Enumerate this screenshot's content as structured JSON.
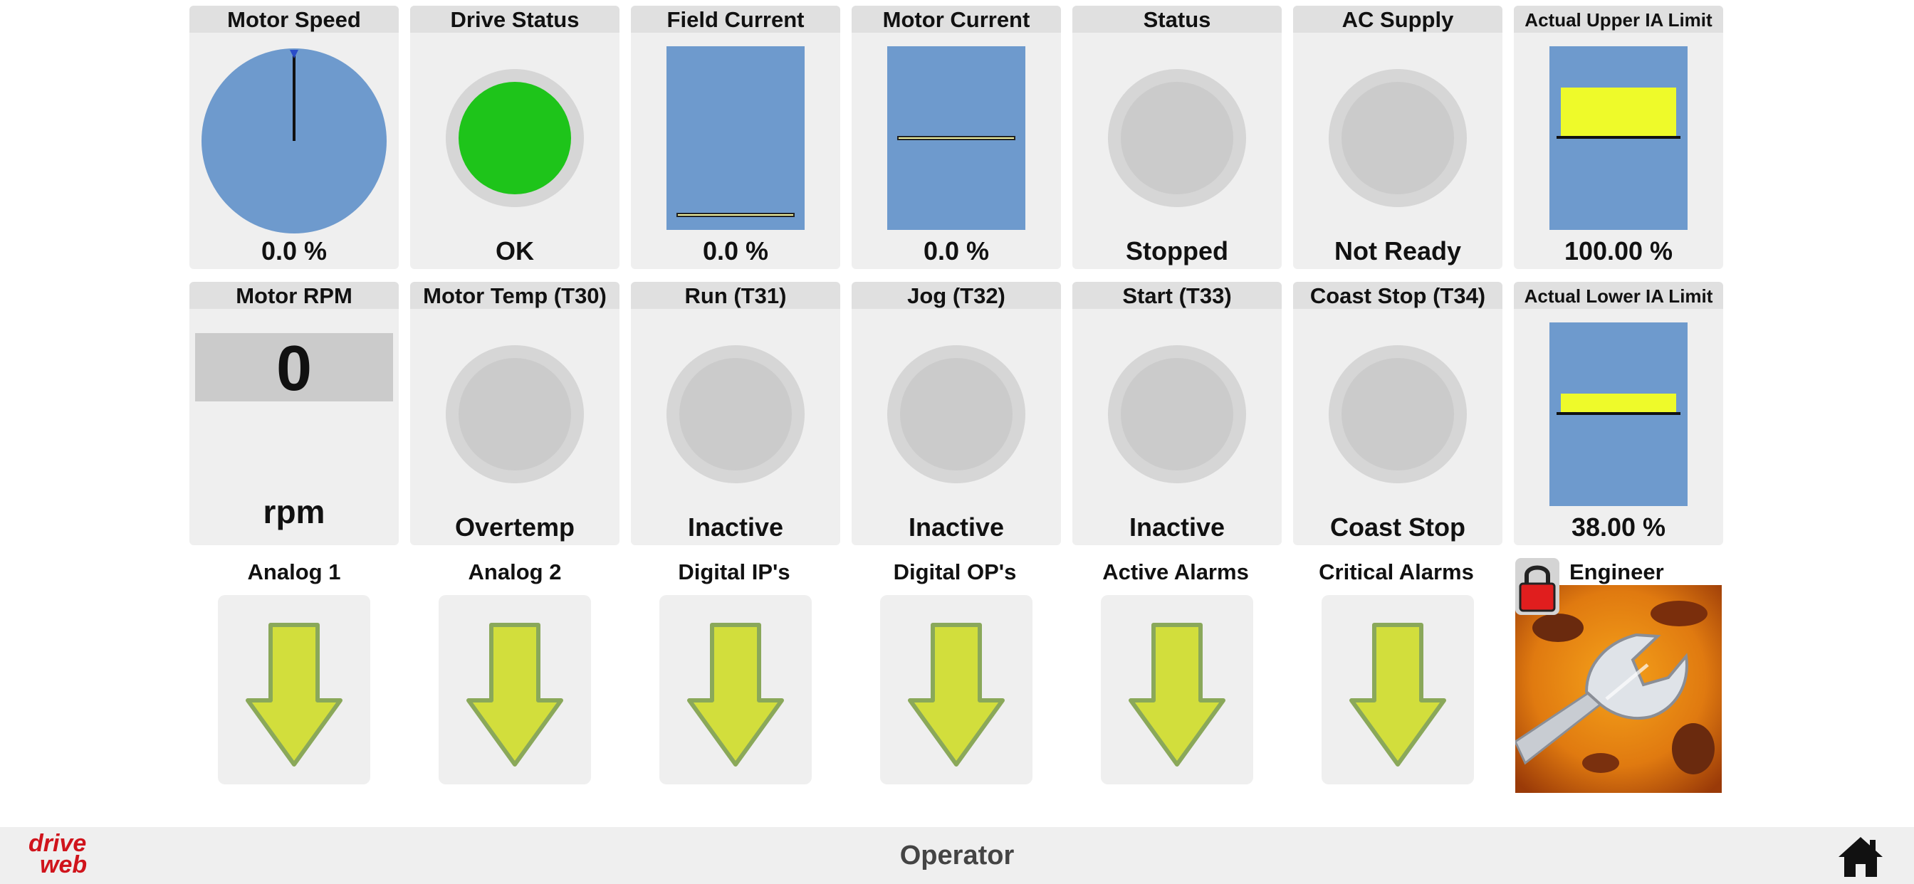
{
  "row1": [
    {
      "title": "Motor Speed",
      "value": "0.0 %"
    },
    {
      "title": "Drive Status",
      "value": "OK"
    },
    {
      "title": "Field Current",
      "value": "0.0 %"
    },
    {
      "title": "Motor Current",
      "value": "0.0 %"
    },
    {
      "title": "Status",
      "value": "Stopped"
    },
    {
      "title": "AC Supply",
      "value": "Not Ready"
    },
    {
      "title": "Actual Upper IA Limit",
      "value": "100.00 %"
    }
  ],
  "row2": [
    {
      "title": "Motor RPM",
      "value": "0",
      "unit": "rpm"
    },
    {
      "title": "Motor Temp (T30)",
      "value": "Overtemp"
    },
    {
      "title": "Run (T31)",
      "value": "Inactive"
    },
    {
      "title": "Jog (T32)",
      "value": "Inactive"
    },
    {
      "title": "Start (T33)",
      "value": "Inactive"
    },
    {
      "title": "Coast Stop (T34)",
      "value": "Coast Stop"
    },
    {
      "title": "Actual Lower IA Limit",
      "value": "38.00 %"
    }
  ],
  "nav": [
    {
      "label": "Analog 1",
      "icon": "arrow-down-icon"
    },
    {
      "label": "Analog 2",
      "icon": "arrow-down-icon"
    },
    {
      "label": "Digital IP's",
      "icon": "arrow-down-icon"
    },
    {
      "label": "Digital OP's",
      "icon": "arrow-down-icon"
    },
    {
      "label": "Active Alarms",
      "icon": "arrow-down-icon"
    },
    {
      "label": "Critical Alarms",
      "icon": "arrow-down-icon"
    }
  ],
  "engineer": {
    "label": "Engineer",
    "icon": "padlock-icon",
    "image": "wrench-icon"
  },
  "footer": {
    "title": "Operator",
    "logo_line1": "drive",
    "logo_line2": "web",
    "home_icon": "home-icon"
  },
  "colors": {
    "gauge_blue": "#6e9acd",
    "status_ok_green": "#1ec41a",
    "limit_yellow": "#eefa2a",
    "arrow_green": "#d2de3c",
    "lamp_grey": "#d6d6d6",
    "logo_red": "#d0141c"
  },
  "levels": {
    "motor_speed_fraction": 0.0,
    "field_current_fraction": 0.0,
    "motor_current_fraction": 0.5,
    "upper_limit_fraction": 1.0,
    "lower_limit_fraction": 0.38
  }
}
